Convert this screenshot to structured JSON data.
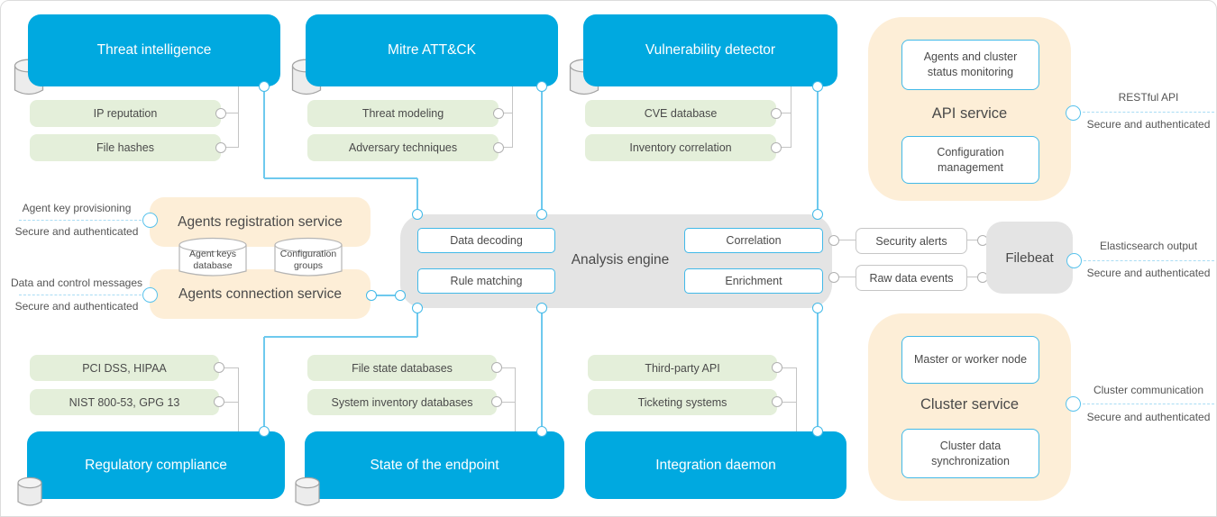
{
  "top_modules": [
    {
      "title": "Threat intelligence",
      "pills": [
        "IP reputation",
        "File hashes"
      ]
    },
    {
      "title": "Mitre ATT&CK",
      "pills": [
        "Threat modeling",
        "Adversary techniques"
      ]
    },
    {
      "title": "Vulnerability detector",
      "pills": [
        "CVE database",
        "Inventory correlation"
      ]
    }
  ],
  "bottom_modules": [
    {
      "title": "Regulatory compliance",
      "pills": [
        "PCI DSS, HIPAA",
        "NIST 800-53, GPG 13"
      ]
    },
    {
      "title": "State of the endpoint",
      "pills": [
        "File state databases",
        "System inventory databases"
      ]
    },
    {
      "title": "Integration daemon",
      "pills": [
        "Third-party API",
        "Ticketing systems"
      ]
    }
  ],
  "agent_services": {
    "registration": {
      "title": "Agents registration service",
      "link_label": "Agent key provisioning",
      "link_sublabel": "Secure and authenticated"
    },
    "connection": {
      "title": "Agents connection service",
      "link_label": "Data and control messages",
      "link_sublabel": "Secure and authenticated"
    },
    "databases": [
      {
        "label": "Agent keys database"
      },
      {
        "label": "Configuration groups"
      }
    ]
  },
  "analysis_engine": {
    "title": "Analysis engine",
    "processes": [
      "Data decoding",
      "Rule matching",
      "Correlation",
      "Enrichment"
    ]
  },
  "outputs": [
    "Security alerts",
    "Raw data events"
  ],
  "filebeat": {
    "title": "Filebeat",
    "link_label": "Elasticsearch output",
    "link_sublabel": "Secure and authenticated"
  },
  "api_service": {
    "title": "API service",
    "components": [
      "Agents and cluster status monitoring",
      "Configuration management"
    ],
    "link_label": "RESTful API",
    "link_sublabel": "Secure and authenticated"
  },
  "cluster_service": {
    "title": "Cluster service",
    "components": [
      "Master or worker node",
      "Cluster data synchronization"
    ],
    "link_label": "Cluster communication",
    "link_sublabel": "Secure and authenticated"
  },
  "colors": {
    "module_blue": "#00a9e0",
    "accent_blue": "#41b9e8",
    "pill_green": "#e4efda",
    "service_peach": "#fdeed7",
    "engine_gray": "#e4e4e4"
  }
}
